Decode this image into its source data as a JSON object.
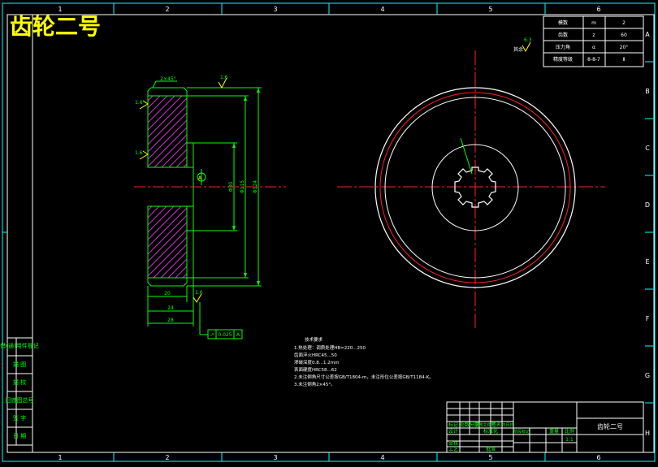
{
  "drawing_title": "齿轮二号",
  "frame_columns": [
    "1",
    "2",
    "3",
    "4",
    "5",
    "6"
  ],
  "frame_rows": [
    "A",
    "B",
    "C",
    "D",
    "E",
    "F",
    "G",
    "H"
  ],
  "spec_table": [
    [
      "模数",
      "m",
      "2"
    ],
    [
      "齿数",
      "z",
      "60"
    ],
    [
      "压力角",
      "α",
      "20°"
    ],
    [
      "精度等级",
      "8-8-7",
      "Ⅱ"
    ]
  ],
  "roughness": {
    "top_right": "6.3",
    "top_right_other": "其余",
    "rim": "1.6",
    "side_upper": "1.6",
    "side_lower": "1.6",
    "bore": "1.6"
  },
  "chamfer_label": "2×45°",
  "tolerance_frame": [
    "↗",
    "0.025",
    "A"
  ],
  "datum_label": "A",
  "dimensions": {
    "bore": "Φ30",
    "root": "Φ115",
    "outer": "Φ124",
    "width_inner": "20",
    "width_mid": "24",
    "width_total": "28"
  },
  "tech_requirements": {
    "title": "技术要求",
    "lines": [
      "1.热处理：调质处理HB=220...250",
      "        齿面淬火HRC45...50",
      "        渗碳深度0.8...1.2mm",
      "        表面硬度HRC58...62",
      "2.未注倒角尺寸公差按GB/T1804-m，未注形位公差按GB/T1184-K。",
      "3.未注倒角2×45°。"
    ]
  },
  "side_labels": [
    "借(通)用件登记",
    "描 图",
    "描 校",
    "旧底图总号",
    "签 字",
    "日 期"
  ],
  "title_block": {
    "part_name": "齿轮二号",
    "scale": "1:1",
    "rev_headers": [
      "标记",
      "处数",
      "分区",
      "更改文件号",
      "签名",
      "年月日"
    ],
    "role_labels": [
      "设计",
      "审核",
      "工艺"
    ],
    "std_label": "标准化",
    "approve_label": "批准",
    "stage_labels": [
      "阶段标记",
      "重量",
      "比例"
    ]
  }
}
